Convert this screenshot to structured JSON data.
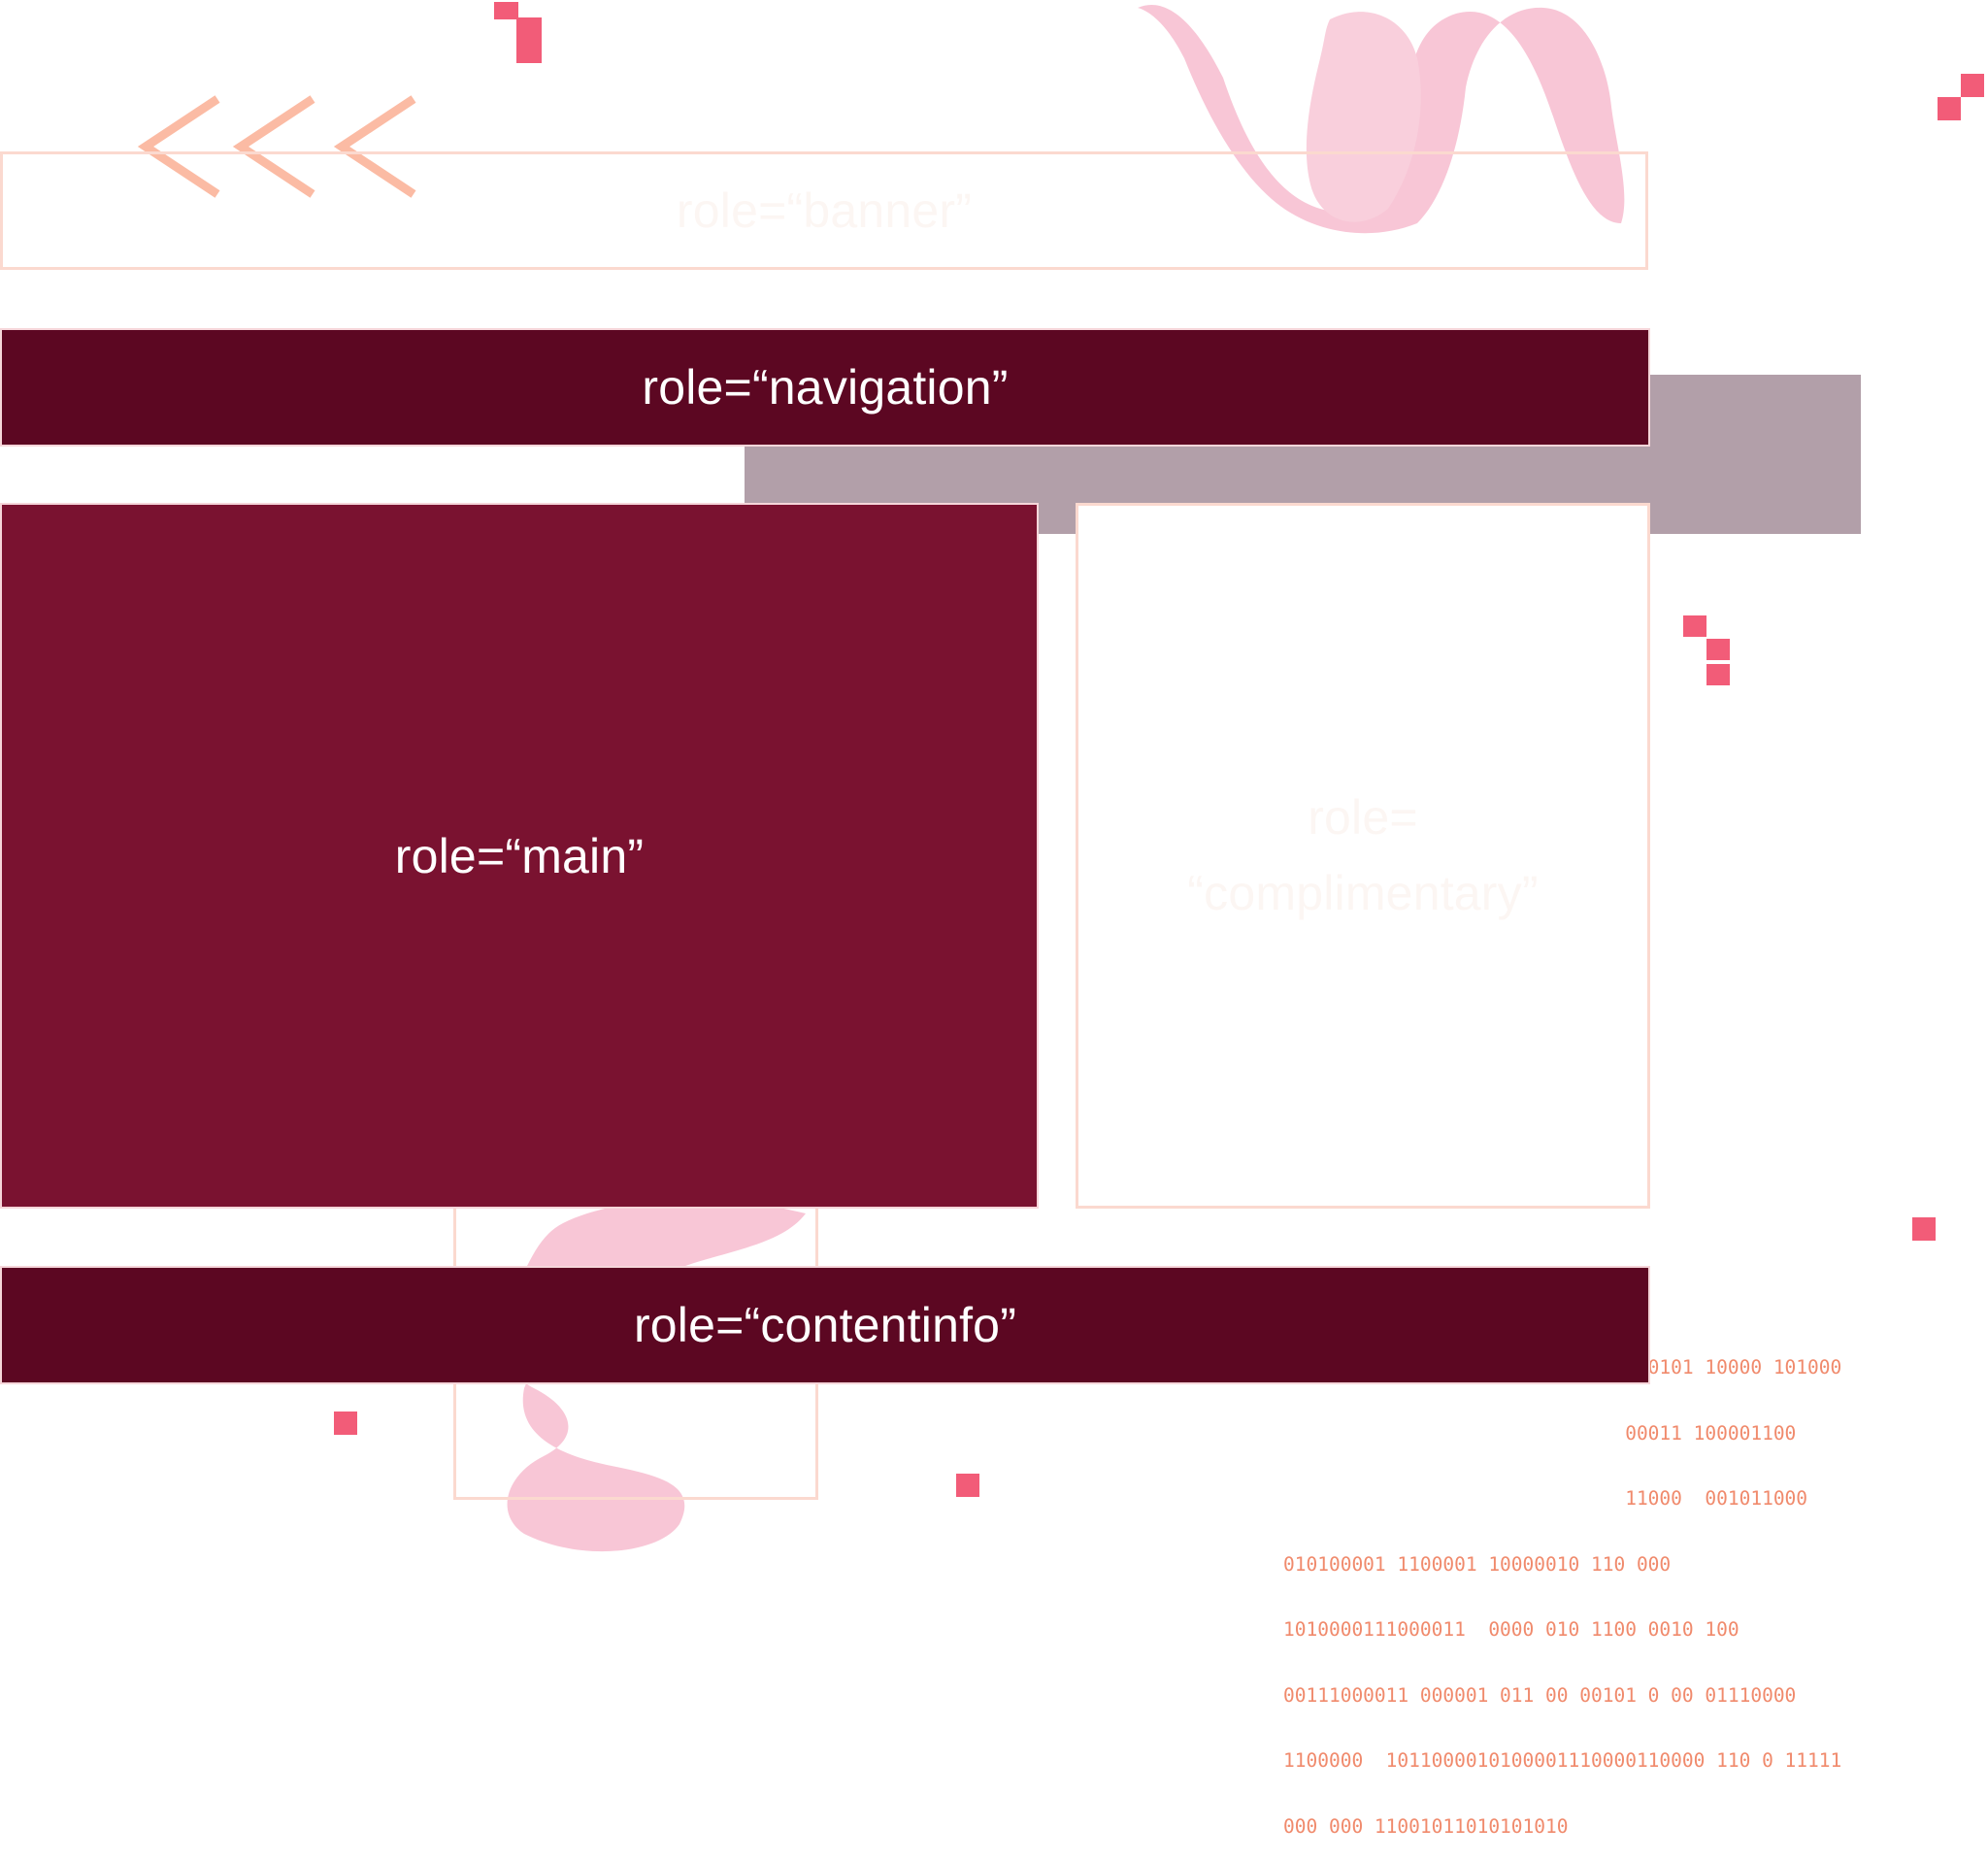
{
  "regions": {
    "banner": "role=“banner”",
    "navigation": "role=“navigation”",
    "main": "role=“main”",
    "complementary_line1": "role=",
    "complementary_line2": "“complimentary”",
    "contentinfo": "role=“contentinfo”"
  },
  "decor": {
    "chevron_color": "#fbbba4",
    "brush_color": "#f8c6d6",
    "square_color": "#f25c78",
    "binary_color": "#f08a6c",
    "binary_lines": [
      "                              000101 10000 101000",
      "                              00011 100001100",
      "                              11000  001011000",
      "010100001 1100001 10000010 110 000",
      "1010000111000011  0000 010 1100 0010 100",
      "00111000011 000001 011 00 00101 0 00 01110000",
      "1100000  1011000010100001110000110000 110 0 11111",
      "000 000 11001011010101010"
    ]
  }
}
